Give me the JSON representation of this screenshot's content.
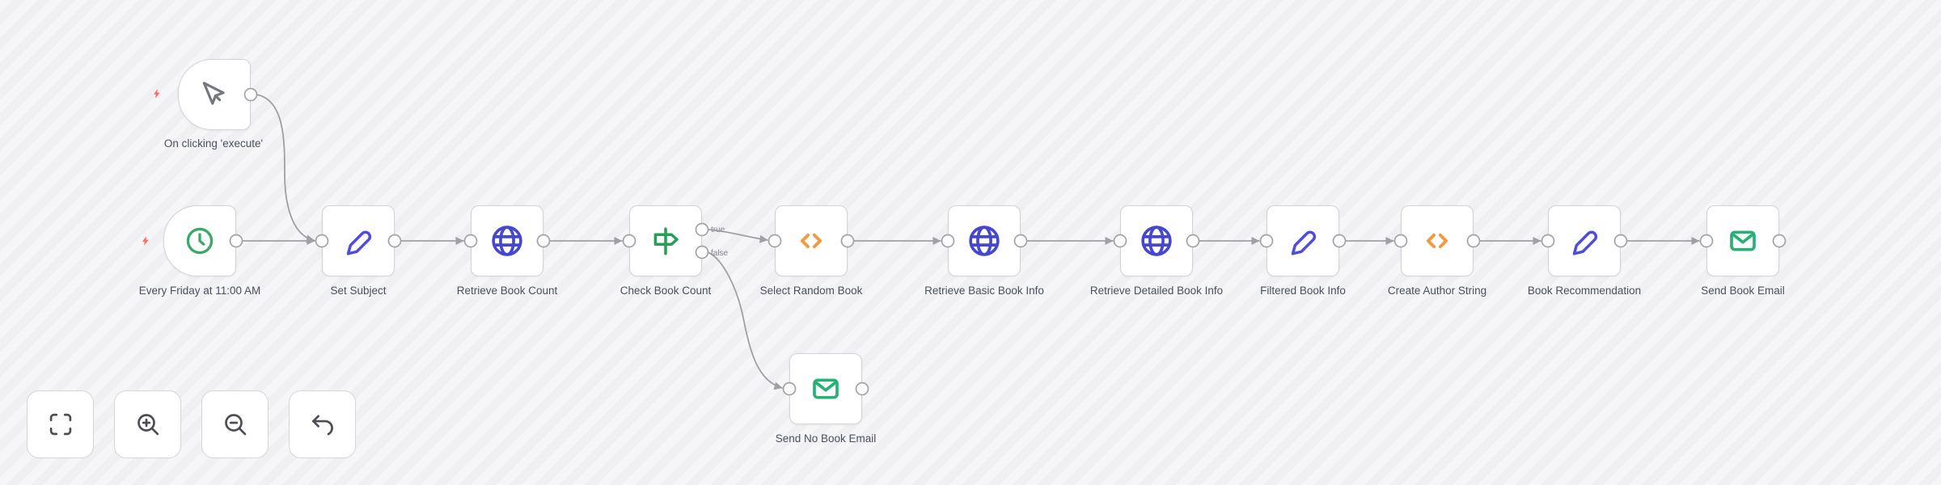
{
  "canvas": {
    "background": "#f5f5f6",
    "stripe_color": "#f0f0f2",
    "connection_color": "#9fa0a6",
    "node_border_color": "#d2d3d8",
    "label_color": "#4a5060"
  },
  "workflow": {
    "nodes": [
      {
        "id": "on-click-trigger",
        "label": "On clicking 'execute'",
        "icon": "mouse-pointer-icon",
        "type": "trigger",
        "icon_color": "#77787f"
      },
      {
        "id": "every-friday-trigger",
        "label": "Every Friday at 11:00 AM",
        "icon": "clock-icon",
        "type": "trigger",
        "icon_color": "#3aa866"
      },
      {
        "id": "set-subject",
        "label": "Set Subject",
        "icon": "pen-icon",
        "type": "action",
        "icon_color": "#4d4ce0"
      },
      {
        "id": "retrieve-book-count",
        "label": "Retrieve Book Count",
        "icon": "globe-icon",
        "type": "action",
        "icon_color": "#4547cf"
      },
      {
        "id": "check-book-count",
        "label": "Check Book Count",
        "icon": "signpost-icon",
        "type": "action",
        "icon_color": "#279e58",
        "outputs": [
          "true",
          "false"
        ]
      },
      {
        "id": "select-random-book",
        "label": "Select Random Book",
        "icon": "code-icon",
        "type": "action",
        "icon_color": "#f29a3f"
      },
      {
        "id": "retrieve-basic-book-info",
        "label": "Retrieve Basic Book Info",
        "icon": "globe-icon",
        "type": "action",
        "icon_color": "#4547cf"
      },
      {
        "id": "retrieve-detailed-book-info",
        "label": "Retrieve Detailed Book Info",
        "icon": "globe-icon",
        "type": "action",
        "icon_color": "#4547cf"
      },
      {
        "id": "filtered-book-info",
        "label": "Filtered Book Info",
        "icon": "pen-icon",
        "type": "action",
        "icon_color": "#4d4ce0"
      },
      {
        "id": "create-author-string",
        "label": "Create Author String",
        "icon": "code-icon",
        "type": "action",
        "icon_color": "#f29a3f"
      },
      {
        "id": "book-recommendation",
        "label": "Book Recommendation",
        "icon": "pen-icon",
        "type": "action",
        "icon_color": "#4d4ce0"
      },
      {
        "id": "send-book-email",
        "label": "Send Book Email",
        "icon": "envelope-icon",
        "type": "action",
        "icon_color": "#25b274"
      },
      {
        "id": "send-no-book-email",
        "label": "Send No Book Email",
        "icon": "envelope-icon",
        "type": "action",
        "icon_color": "#25b274"
      }
    ],
    "branch_labels": {
      "true_label": "true",
      "false_label": "false"
    },
    "trigger_bolt_color": "#ff6b5c"
  },
  "controls": {
    "buttons": [
      {
        "id": "fit-view",
        "icon": "fit-view-icon"
      },
      {
        "id": "zoom-in",
        "icon": "zoom-in-icon"
      },
      {
        "id": "zoom-out",
        "icon": "zoom-out-icon"
      },
      {
        "id": "undo",
        "icon": "undo-icon"
      }
    ]
  }
}
